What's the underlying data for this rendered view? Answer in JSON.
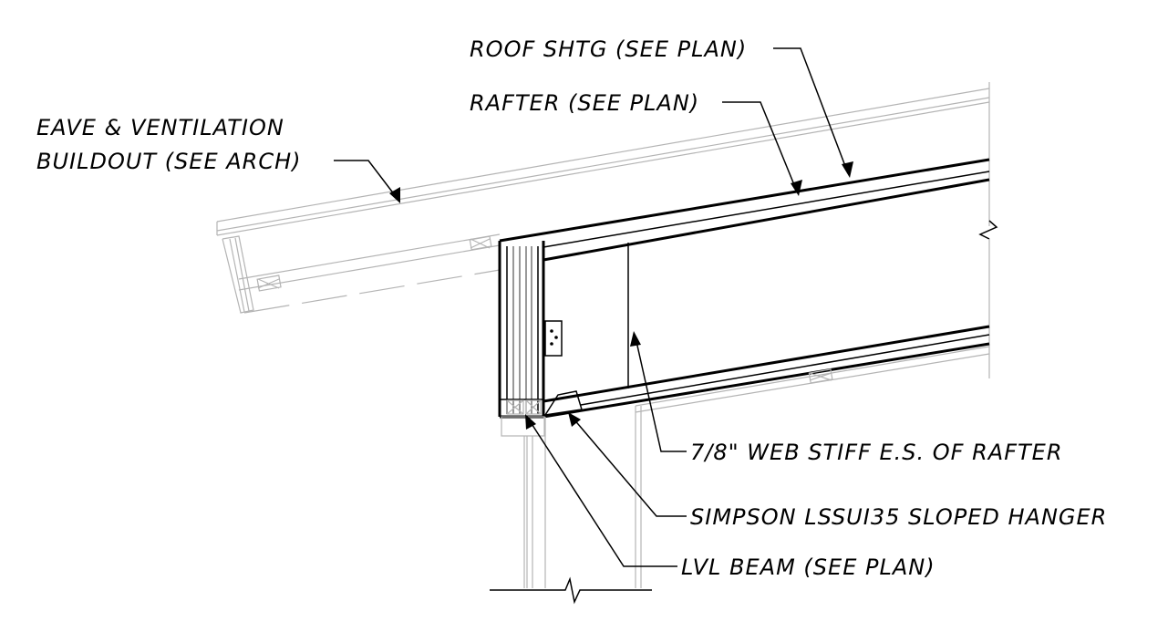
{
  "notes": {
    "roof_sheathing": "ROOF SHTG (SEE PLAN)",
    "rafter": "RAFTER (SEE PLAN)",
    "eave_line1": "EAVE & VENTILATION",
    "eave_line2": "BUILDOUT (SEE ARCH)",
    "web_stiffener": "7/8\" WEB STIFF E.S. OF RAFTER",
    "hanger": "SIMPSON LSSUI35 SLOPED HANGER",
    "beam": "LVL BEAM (SEE PLAN)"
  },
  "colors": {
    "linework": "#000000",
    "light_linework": "#b4b4b4",
    "background": "#ffffff"
  }
}
